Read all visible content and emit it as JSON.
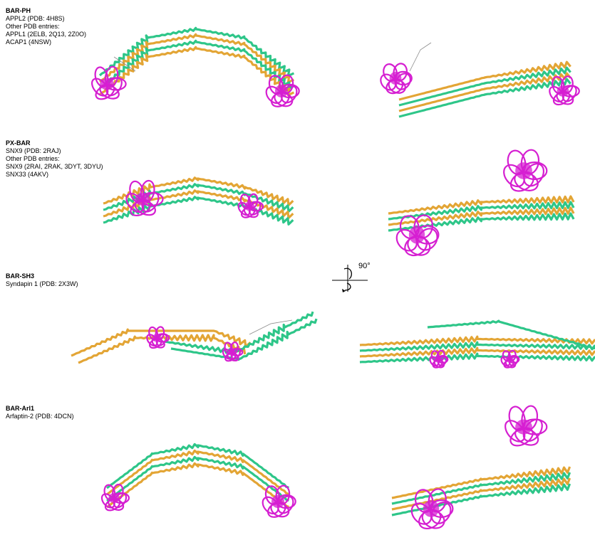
{
  "colors": {
    "helix_a": "#e3a535",
    "helix_b": "#2ec689",
    "domain": "#d51fd1",
    "loop": "#8a8a8a"
  },
  "panels": [
    {
      "title": "BAR-PH",
      "lines": [
        "APPL2  (PDB: 4H8S)",
        "Other PDB entries:",
        "APPL1 (2ELB, 2Q13, 2Z0O)",
        "ACAP1 (4NSW)"
      ]
    },
    {
      "title": "PX-BAR",
      "lines": [
        "SNX9  (PDB: 2RAJ)",
        "Other PDB entries:",
        "SNX9 (2RAI, 2RAK, 3DYT, 3DYU)",
        "SNX33 (4AKV)"
      ]
    },
    {
      "title": "BAR-SH3",
      "lines": [
        "Syndapin 1  (PDB: 2X3W)"
      ]
    },
    {
      "title": "BAR-Arl1",
      "lines": [
        "Arfaptin-2 (PDB: 4DCN)"
      ]
    }
  ],
  "rotation": {
    "label": "90°",
    "icon": "rotation-arrow-icon"
  }
}
